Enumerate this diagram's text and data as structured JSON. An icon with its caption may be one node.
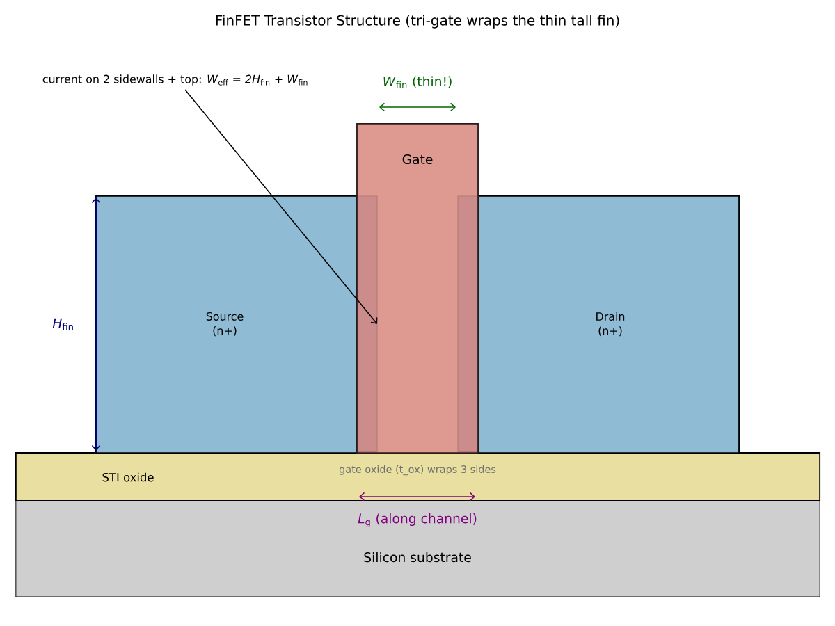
{
  "diagram": {
    "title": "FinFET Transistor Structure (tri-gate wraps the thin tall fin)",
    "nodes": [
      {
        "text": [
          "current on 2 sidewalls + top: *W*$_{eff}$ = *2H*$_{fin}$ + *W*$_{fin}$"
        ]
      },
      {
        "text": [
          "Gate"
        ]
      },
      {
        "text": [],
        "shape": "box",
        "in": 1
      },
      {
        "text": [],
        "shape": "box",
        "in": 1
      },
      {
        "text": [
          "Source (n+)"
        ]
      },
      {
        "text": [
          "Drain (n+)"
        ]
      },
      {
        "text": [
          "STI oxide"
        ]
      },
      {
        "text": [
          "Silicon substrate"
        ]
      }
    ],
    "edges": [
      {
        "from": 0,
        "to": 2,
        "arrow": "to"
      }
    ],
    "labels": [
      "*W*$_{fin}$ (thin!)",
      "*H*$_{fin}$",
      "gate oxide (t_ox) wraps 3 sides",
      "*L*$_{g}$ (along channel)"
    ]
  }
}
